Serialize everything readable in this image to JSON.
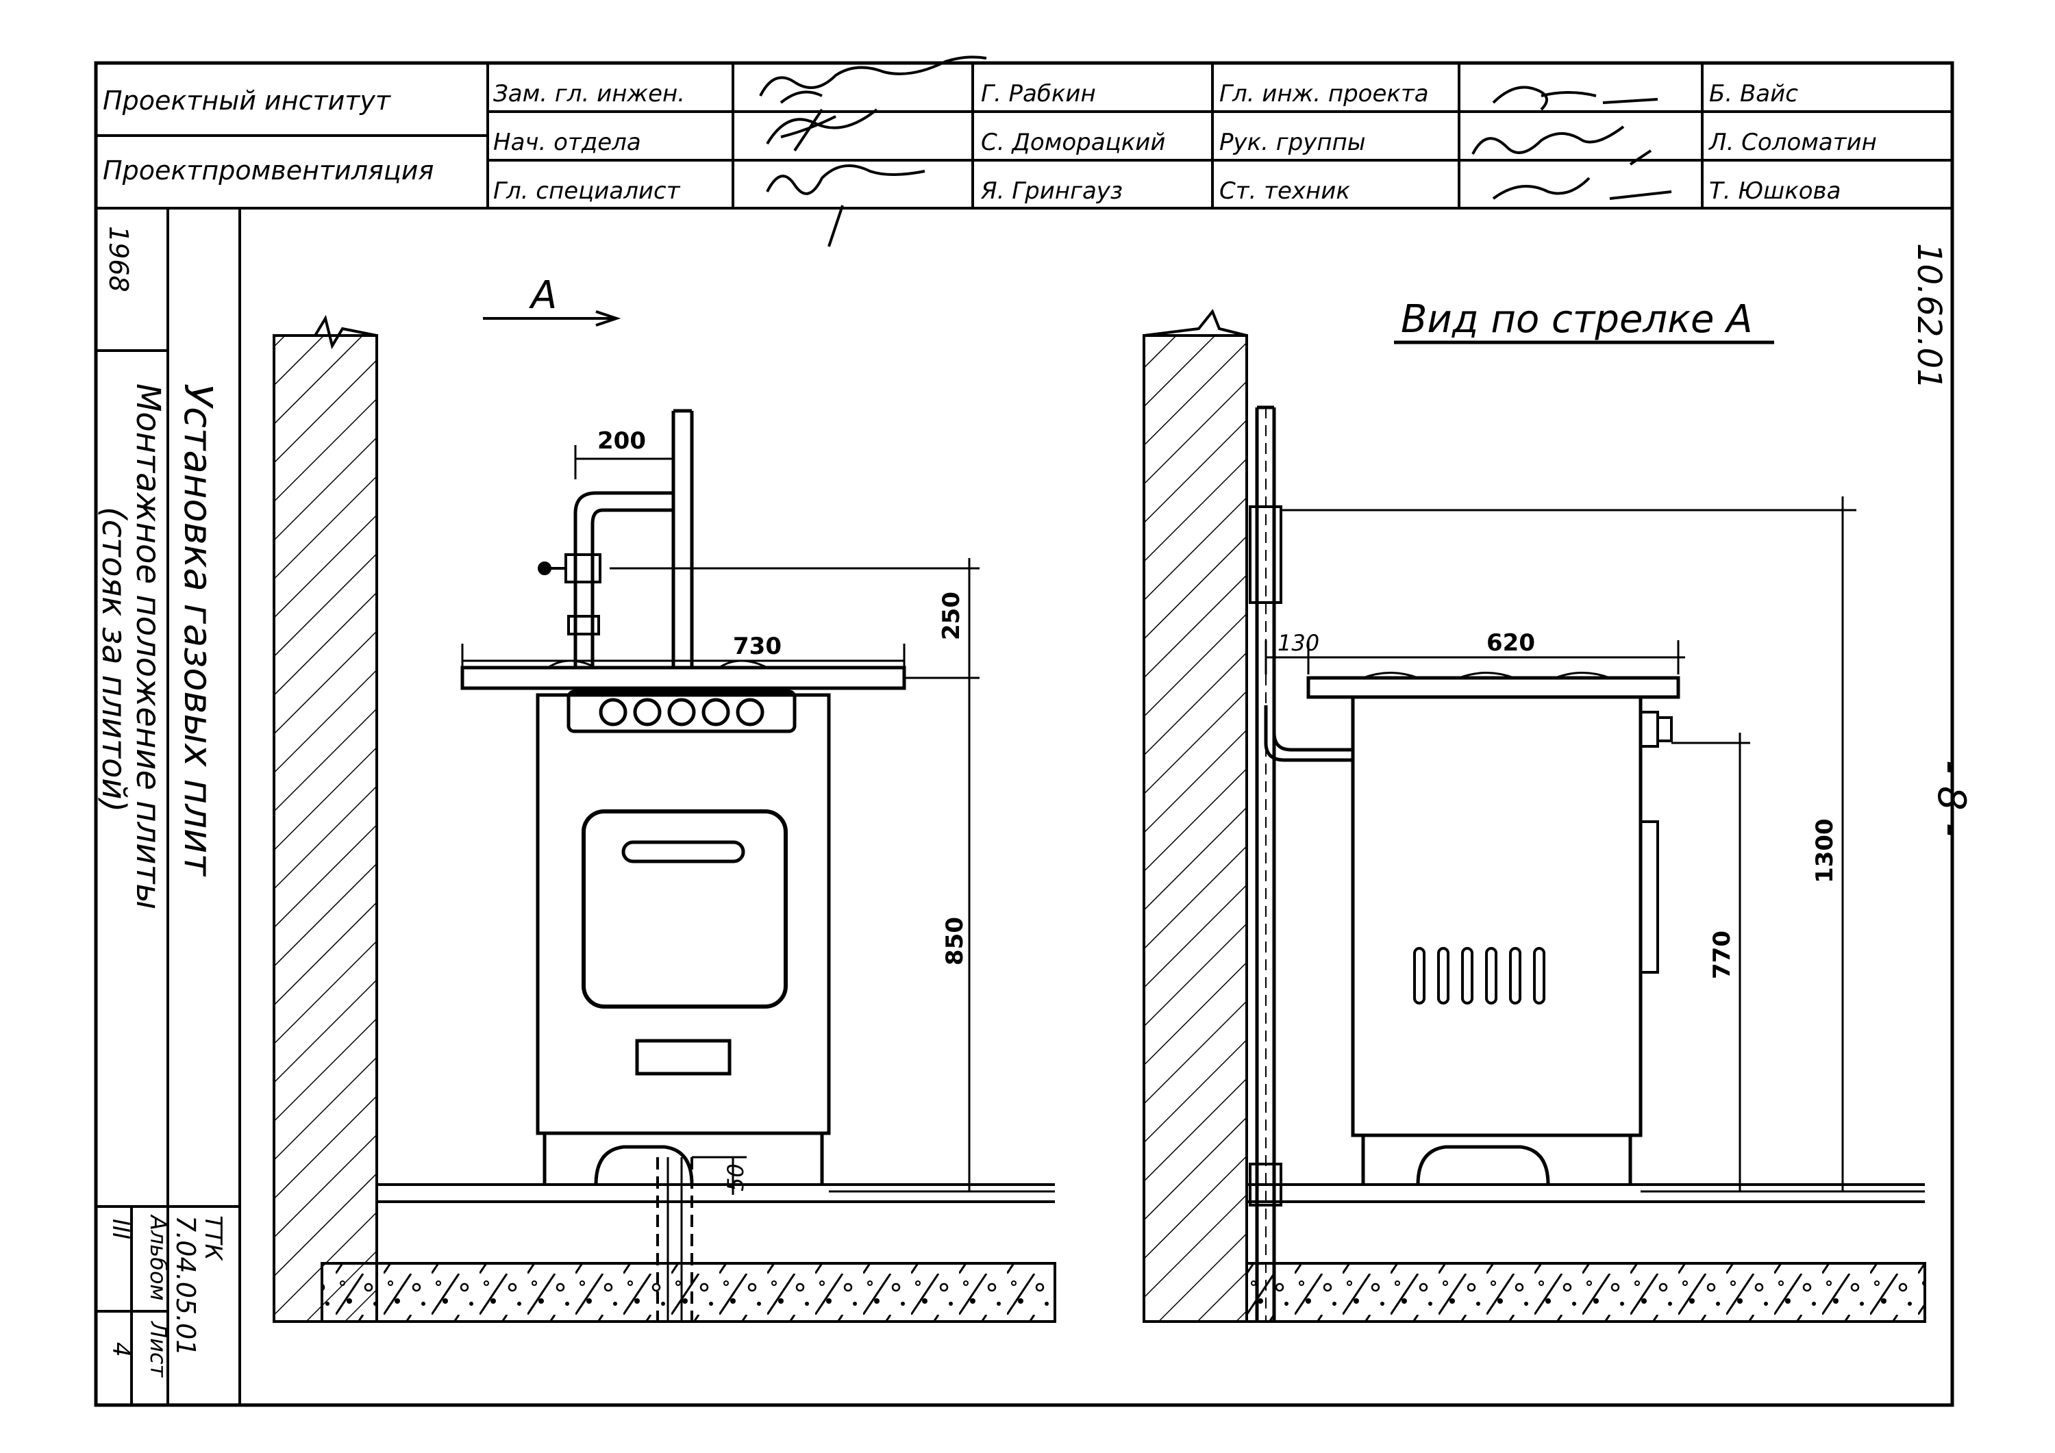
{
  "title_block": {
    "institute_line1": "Проектный институт",
    "institute_line2": "Проектпромвентиляция",
    "rows": [
      {
        "role": "Зам. гл. инжен.",
        "name": "Г. Рабкин",
        "role2": "Гл. инж. проекта",
        "name2": "Б. Вайс"
      },
      {
        "role": "Нач. отдела",
        "name": "С. Доморацкий",
        "role2": "Рук. группы",
        "name2": "Л. Соломатин"
      },
      {
        "role": "Гл. специалист",
        "name": "Я. Грингауз",
        "role2": "Ст. техник",
        "name2": "Т. Юшкова"
      }
    ]
  },
  "left_strip": {
    "year": "1968",
    "title_main": "Установка газовых плит",
    "title_sub1": "Монтажное положение плиты",
    "title_sub2": "(стояк за плитой)",
    "series": "ТТК",
    "code": "7.04.05.01",
    "album_label": "Альбом",
    "album_value": "III",
    "sheet_label": "Лист",
    "sheet_value": "4"
  },
  "drawing": {
    "section_mark": "А",
    "view_label": "Вид по стрелке А",
    "stamp_code": "10.62.01",
    "page_number": "- 8 -",
    "front_dims": {
      "d200": "200",
      "d730": "730",
      "d250": "250",
      "d850": "850",
      "d50": "50"
    },
    "side_dims": {
      "d130": "130",
      "d620": "620",
      "d770": "770",
      "d1300": "1300"
    }
  }
}
